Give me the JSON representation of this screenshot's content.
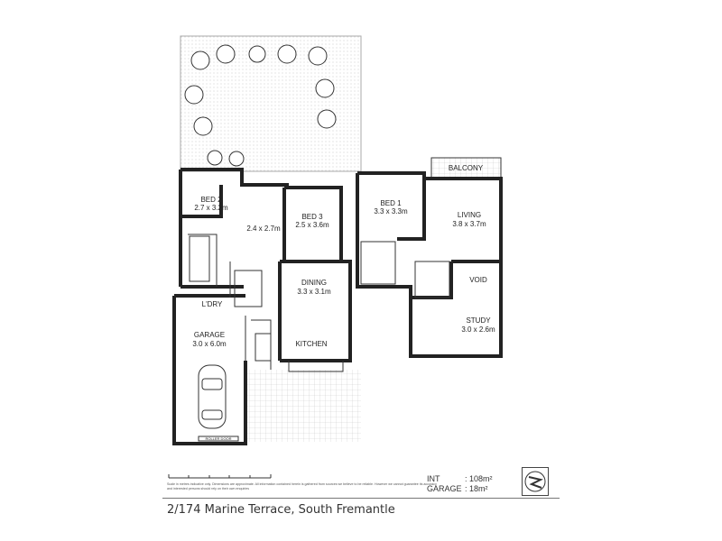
{
  "plan": {
    "ground_floor": {
      "rooms": [
        {
          "name": "BED 2",
          "size": "2.7 x 3.2m"
        },
        {
          "name": "",
          "size": "2.4 x 2.7m"
        },
        {
          "name": "BED 3",
          "size": "2.5 x 3.6m"
        },
        {
          "name": "DINING",
          "size": "3.3 x 3.1m"
        },
        {
          "name": "L'DRY",
          "size": ""
        },
        {
          "name": "KITCHEN",
          "size": ""
        },
        {
          "name": "GARAGE",
          "size": "3.0 x 6.0m"
        }
      ],
      "roller_door_label": "ROLLER DOOR"
    },
    "upper_floor": {
      "rooms": [
        {
          "name": "BALCONY",
          "size": ""
        },
        {
          "name": "BED 1",
          "size": "3.3 x 3.3m"
        },
        {
          "name": "LIVING",
          "size": "3.8 x 3.7m"
        },
        {
          "name": "VOID",
          "size": ""
        },
        {
          "name": "STUDY",
          "size": "3.0 x 2.6m"
        }
      ]
    }
  },
  "footer": {
    "disclaimer": "Scale in metres indicative only. Dimensions are approximate. All information contained herein is gathered from sources we believe to be reliable. However we cannot guarantee its accuracy and interested persons should rely on their own enquiries",
    "areas": [
      {
        "label": "INT",
        "value": ": 108m²"
      },
      {
        "label": "GARAGE",
        "value": ": 18m²"
      }
    ],
    "address": "2/174 Marine Terrace, South Fremantle"
  }
}
